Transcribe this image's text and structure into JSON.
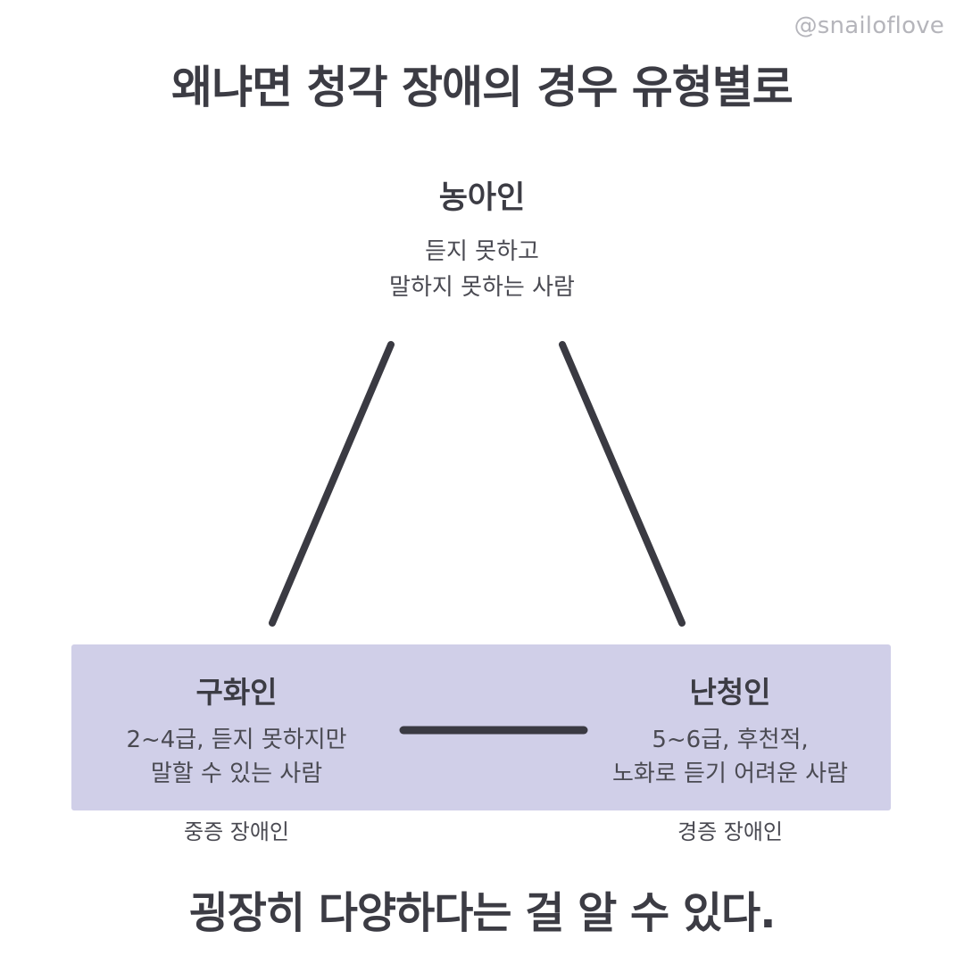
{
  "watermark": "@snailoflove",
  "headline": "왜냐면 청각 장애의 경우 유형별로",
  "top_node": {
    "title": "농아인",
    "desc_line1": "듣지 못하고",
    "desc_line2": "말하지 못하는 사람"
  },
  "left_node": {
    "title": "구화인",
    "desc_line1": "2~4급, 듣지 못하지만",
    "desc_line2": "말할 수 있는 사람",
    "severity": "중증 장애인"
  },
  "right_node": {
    "title": "난청인",
    "desc_line1": "5~6급, 후천적,",
    "desc_line2": "노화로 듣기 어려운 사람",
    "severity": "경증 장애인"
  },
  "footer": "굉장히 다양하다는 걸 알 수 있다.",
  "colors": {
    "panel": "#d0cfe8",
    "text": "#3c3c44",
    "line": "#3a3a42",
    "watermark": "#b5b5bb"
  }
}
